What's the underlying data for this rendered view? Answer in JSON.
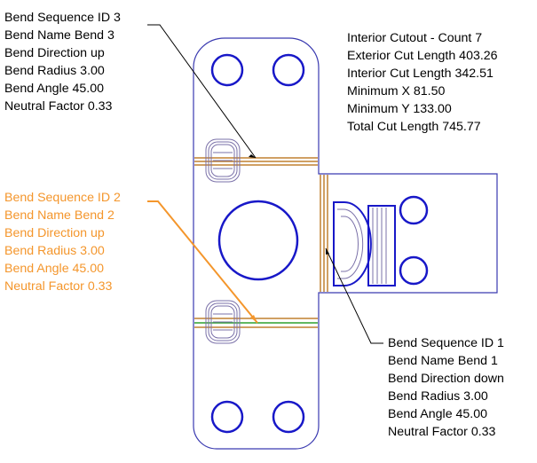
{
  "colors": {
    "outline": "#1818c8",
    "bend_line": "#c08030",
    "bend_highlight": "#2fa02f",
    "selected_annotation": "#f4962c",
    "text": "#000000",
    "formed_feature": "#8a7fa8"
  },
  "bend_3": {
    "lines": [
      "Bend Sequence ID 3",
      "Bend Name Bend 3",
      "Bend Direction up",
      "Bend Radius 3.00",
      "Bend Angle 45.00",
      "Neutral Factor 0.33"
    ]
  },
  "bend_2": {
    "lines": [
      "Bend Sequence ID 2",
      "Bend Name Bend 2",
      "Bend Direction up",
      "Bend Radius 3.00",
      "Bend Angle 45.00",
      "Neutral Factor 0.33"
    ]
  },
  "bend_1": {
    "lines": [
      "Bend Sequence ID 1",
      "Bend Name Bend 1",
      "Bend Direction down",
      "Bend Radius 3.00",
      "Bend Angle 45.00",
      "Neutral Factor 0.33"
    ]
  },
  "cut_summary": {
    "lines": [
      "Interior Cutout - Count 7",
      "Exterior Cut Length 403.26",
      "Interior Cut Length 342.51",
      "Minimum X 81.50",
      "Minimum Y 133.00",
      "Total Cut Length 745.77"
    ]
  }
}
